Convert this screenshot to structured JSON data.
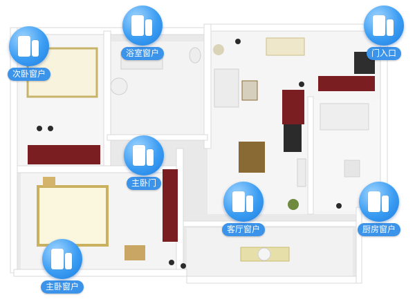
{
  "sensors": {
    "bathroom_window": {
      "label": "浴室窗户",
      "icon": "door-window-sensor-icon"
    },
    "entrance_door": {
      "label": "门入口",
      "icon": "door-window-sensor-icon"
    },
    "second_bedroom_window": {
      "label": "次卧窗户",
      "icon": "door-window-sensor-icon"
    },
    "master_bedroom_door": {
      "label": "主卧门",
      "icon": "door-window-sensor-icon"
    },
    "living_room_window": {
      "label": "客厅窗户",
      "icon": "door-window-sensor-icon"
    },
    "kitchen_window": {
      "label": "厨房窗户",
      "icon": "door-window-sensor-icon"
    },
    "master_bedroom_window": {
      "label": "主卧窗户",
      "icon": "door-window-sensor-icon"
    }
  },
  "colors": {
    "sensor_blue": "#3b93ea",
    "bed_maroon": "#7a1e22",
    "floor": "#f4f4f4",
    "wall": "#ffffff"
  }
}
